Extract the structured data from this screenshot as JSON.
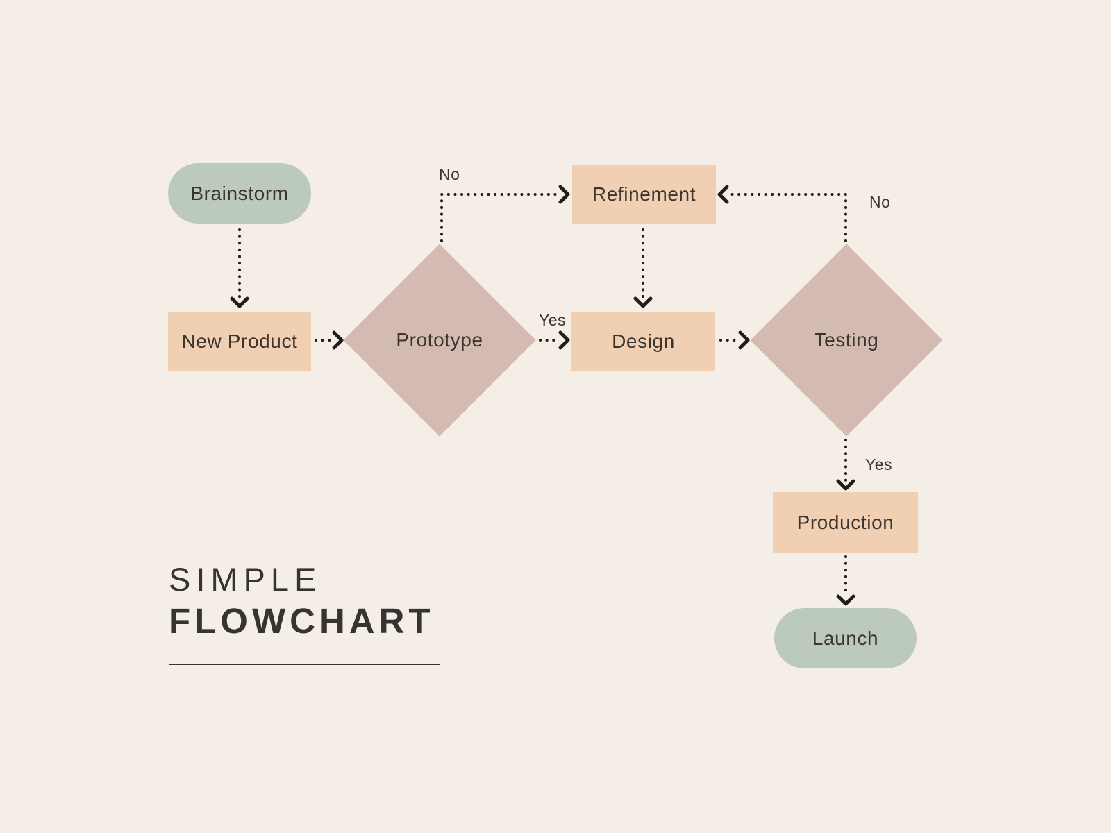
{
  "title": {
    "line1": "SIMPLE",
    "line2": "FLOWCHART"
  },
  "nodes": {
    "brainstorm": {
      "label": "Brainstorm",
      "type": "terminator"
    },
    "new_product": {
      "label": "New Product",
      "type": "process"
    },
    "prototype": {
      "label": "Prototype",
      "type": "decision"
    },
    "refinement": {
      "label": "Refinement",
      "type": "process"
    },
    "design": {
      "label": "Design",
      "type": "process"
    },
    "testing": {
      "label": "Testing",
      "type": "decision"
    },
    "production": {
      "label": "Production",
      "type": "process"
    },
    "launch": {
      "label": "Launch",
      "type": "terminator"
    }
  },
  "edge_labels": {
    "prototype_no": "No",
    "prototype_yes": "Yes",
    "testing_no": "No",
    "testing_yes": "Yes"
  },
  "edges": [
    {
      "from": "Brainstorm",
      "to": "New Product",
      "label": ""
    },
    {
      "from": "New Product",
      "to": "Prototype",
      "label": ""
    },
    {
      "from": "Prototype",
      "to": "Design",
      "label": "Yes"
    },
    {
      "from": "Prototype",
      "to": "Refinement",
      "label": "No"
    },
    {
      "from": "Refinement",
      "to": "Design",
      "label": ""
    },
    {
      "from": "Design",
      "to": "Testing",
      "label": ""
    },
    {
      "from": "Testing",
      "to": "Refinement",
      "label": "No"
    },
    {
      "from": "Testing",
      "to": "Production",
      "label": "Yes"
    },
    {
      "from": "Production",
      "to": "Launch",
      "label": ""
    }
  ],
  "colors": {
    "background": "#F4EEE6",
    "terminator": "#BCC9BD",
    "process": "#F0CFB2",
    "decision": "#D4BBB2",
    "connector": "#1F1D1A",
    "text": "#3B352E",
    "title": "#363430"
  }
}
